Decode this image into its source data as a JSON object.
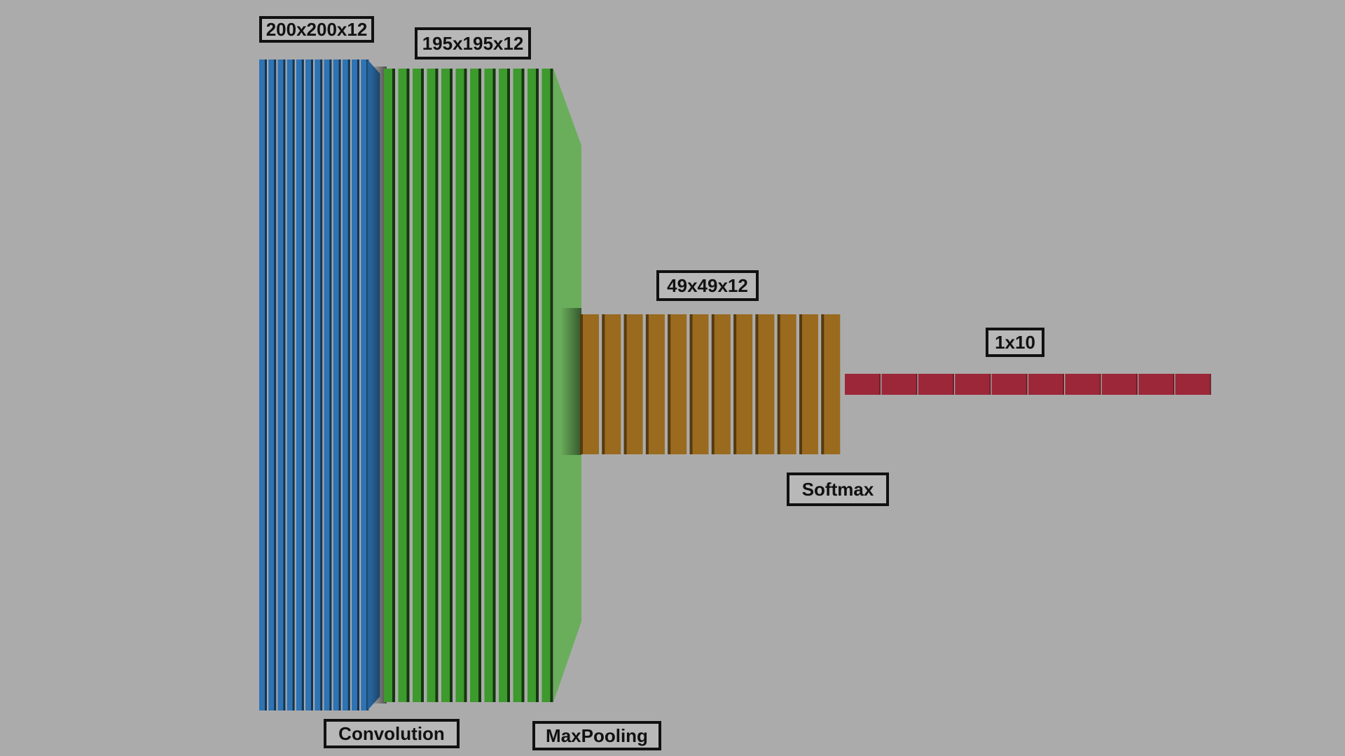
{
  "diagram": {
    "labels": {
      "input_shape": "200x200x12",
      "conv_shape": "195x195x12",
      "pool_shape": "49x49x12",
      "output_shape": "1x10",
      "convolution": "Convolution",
      "maxpooling": "MaxPooling",
      "softmax": "Softmax"
    },
    "layers": [
      {
        "name": "input",
        "slices": 12,
        "color": "#2e73b3"
      },
      {
        "name": "convolution",
        "slices": 12,
        "color": "#3d9a2c"
      },
      {
        "name": "maxpooling",
        "slices": 12,
        "color": "#9a6a1e"
      },
      {
        "name": "output",
        "units": 10,
        "color": "#9c2738"
      }
    ]
  }
}
